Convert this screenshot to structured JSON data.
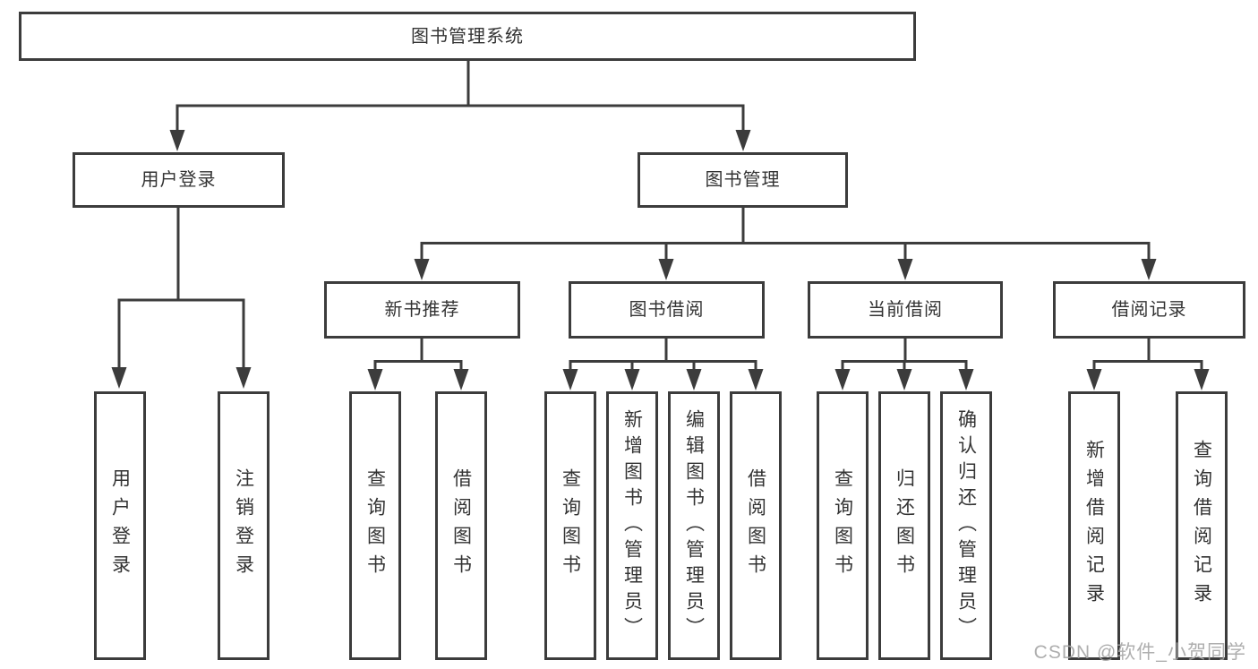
{
  "diagram": {
    "root": {
      "label": "图书管理系统"
    },
    "level2": [
      {
        "label": "用户登录"
      },
      {
        "label": "图书管理"
      }
    ],
    "level3": [
      {
        "label": "新书推荐"
      },
      {
        "label": "图书借阅"
      },
      {
        "label": "当前借阅"
      },
      {
        "label": "借阅记录"
      }
    ],
    "leaves": {
      "user_login": [
        "用户登录",
        "注销登录"
      ],
      "new_book": [
        "查询图书",
        "借阅图书"
      ],
      "book_borrow": [
        "查询图书",
        "新增图书（管理员）",
        "编辑图书（管理员）",
        "借阅图书"
      ],
      "current_borrow": [
        "查询图书",
        "归还图书",
        "确认归还（管理员）"
      ],
      "borrow_records": [
        "新增借阅记录",
        "查询借阅记录"
      ]
    }
  },
  "watermark": {
    "text": "CSDN @软件_小贺同学"
  },
  "colors": {
    "line": "#3c3c3c",
    "text": "#333333",
    "watermark": "#a5a5a5",
    "background": "#ffffff"
  }
}
